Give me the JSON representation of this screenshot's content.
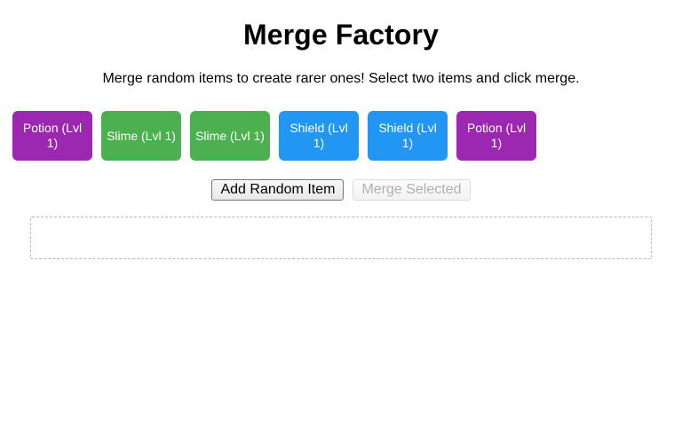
{
  "header": {
    "title": "Merge Factory",
    "subtitle": "Merge random items to create rarer ones! Select two items and click merge."
  },
  "palette": {
    "potion": "#9c27b0",
    "slime": "#4caf50",
    "shield": "#2196f3",
    "page_background": "#ffffff",
    "text": "#000000",
    "disabled_text": "#b0b0b0",
    "merge_zone_border": "#b9b9b9"
  },
  "inventory": {
    "items": [
      {
        "label": "Potion (Lvl 1)",
        "type": "Potion",
        "level": 1,
        "color": "#9c27b0",
        "selected": false
      },
      {
        "label": "Slime (Lvl 1)",
        "type": "Slime",
        "level": 1,
        "color": "#4caf50",
        "selected": false
      },
      {
        "label": "Slime (Lvl 1)",
        "type": "Slime",
        "level": 1,
        "color": "#4caf50",
        "selected": false
      },
      {
        "label": "Shield (Lvl 1)",
        "type": "Shield",
        "level": 1,
        "color": "#2196f3",
        "selected": false
      },
      {
        "label": "Shield (Lvl 1)",
        "type": "Shield",
        "level": 1,
        "color": "#2196f3",
        "selected": false
      },
      {
        "label": "Potion (Lvl 1)",
        "type": "Potion",
        "level": 1,
        "color": "#9c27b0",
        "selected": false
      }
    ]
  },
  "controls": {
    "add_label": "Add Random Item",
    "merge_label": "Merge Selected",
    "merge_disabled": true
  },
  "merge_zone": {
    "items": [],
    "hint": ""
  }
}
